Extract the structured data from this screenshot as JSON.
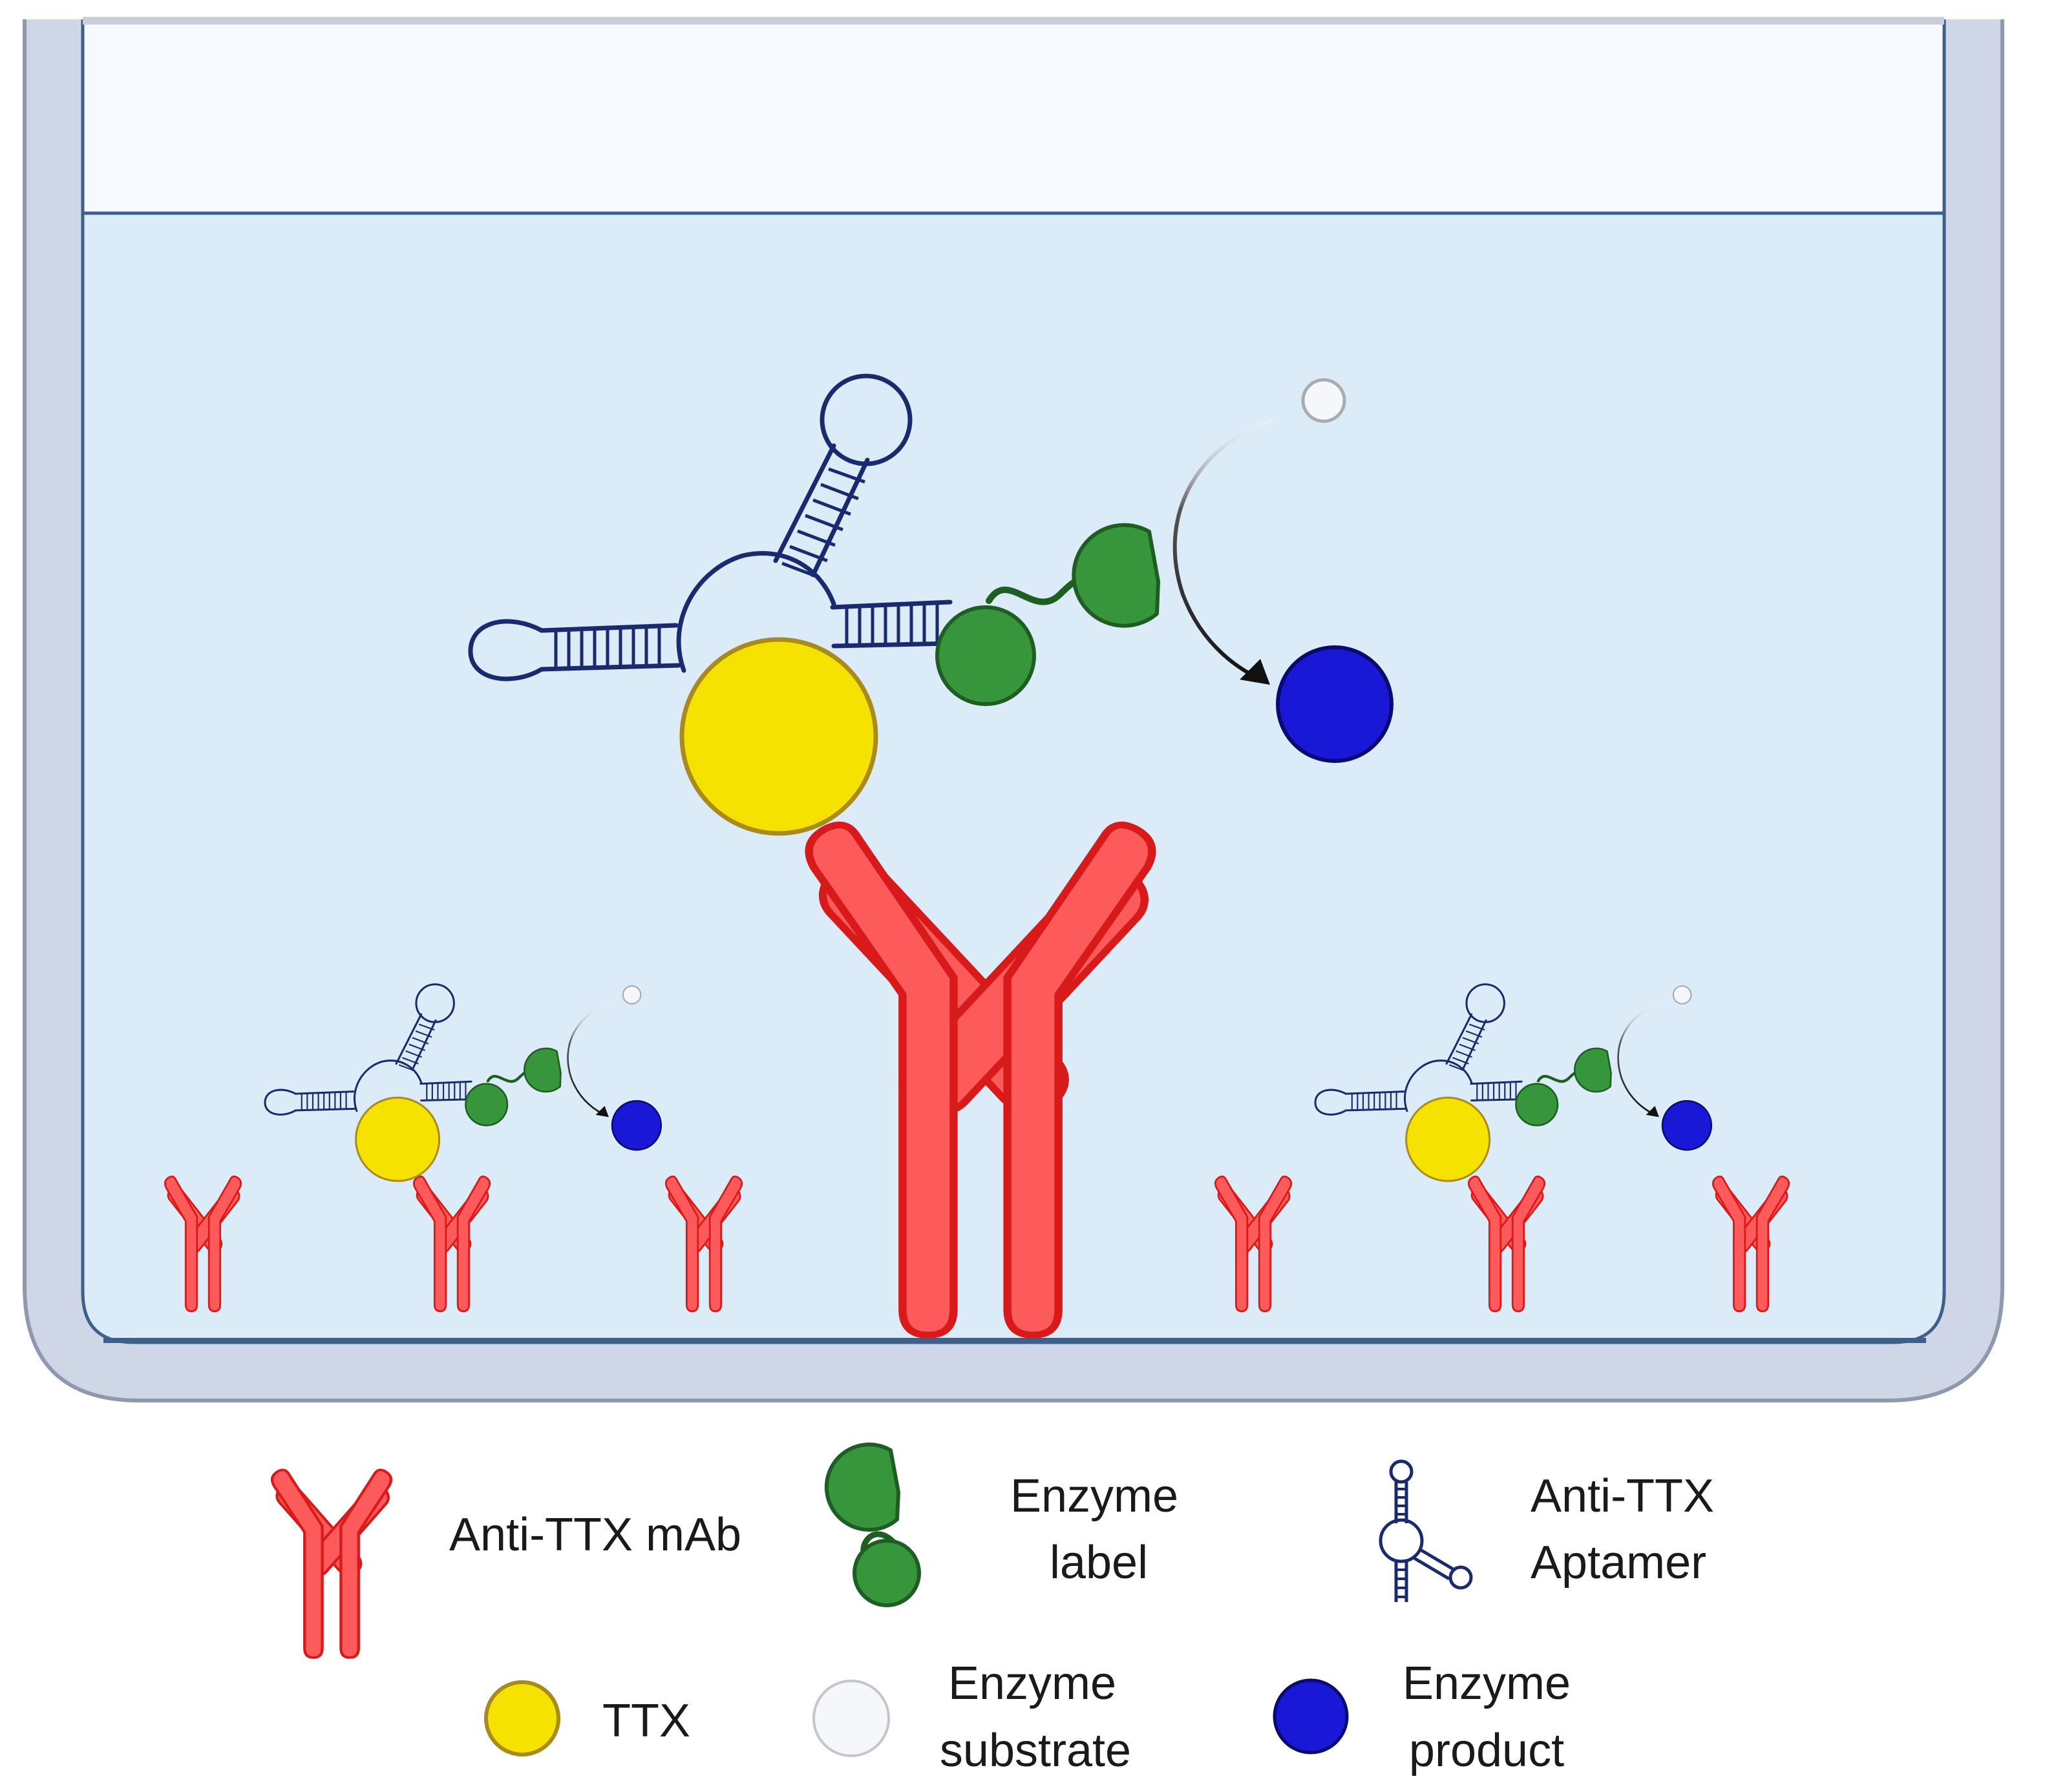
{
  "colors": {
    "antibody_fill": "#fd5b5b",
    "antibody_stroke": "#d81a1a",
    "ttx_fill": "#f6e200",
    "ttx_stroke": "#a98a1d",
    "enzyme_fill": "#37963b",
    "enzyme_stroke": "#1e5e22",
    "aptamer_stroke": "#1a2a6e",
    "product_fill": "#1818d6",
    "product_stroke": "#0a0a70",
    "substrate_fill": "#f5f7fb",
    "substrate_stroke": "#a9abb2",
    "solution_fill": "#dcebf8",
    "well_fill": "#cfd7e6",
    "well_stroke": "#8e99ad",
    "air_fill": "#f6f9fd"
  },
  "legend": {
    "antibody": {
      "icon": "antibody-icon",
      "label": "Anti-TTX mAb"
    },
    "enzyme": {
      "icon": "enzyme-label-icon",
      "line1": "Enzyme",
      "line2": "label"
    },
    "aptamer": {
      "icon": "aptamer-icon",
      "line1": "Anti-TTX",
      "line2": "Aptamer"
    },
    "ttx": {
      "icon": "ttx-icon",
      "label": "TTX"
    },
    "substrate": {
      "icon": "substrate-icon",
      "line1": "Enzyme",
      "line2": "substrate"
    },
    "product": {
      "icon": "product-icon",
      "line1": "Enzyme",
      "line2": "product"
    }
  }
}
